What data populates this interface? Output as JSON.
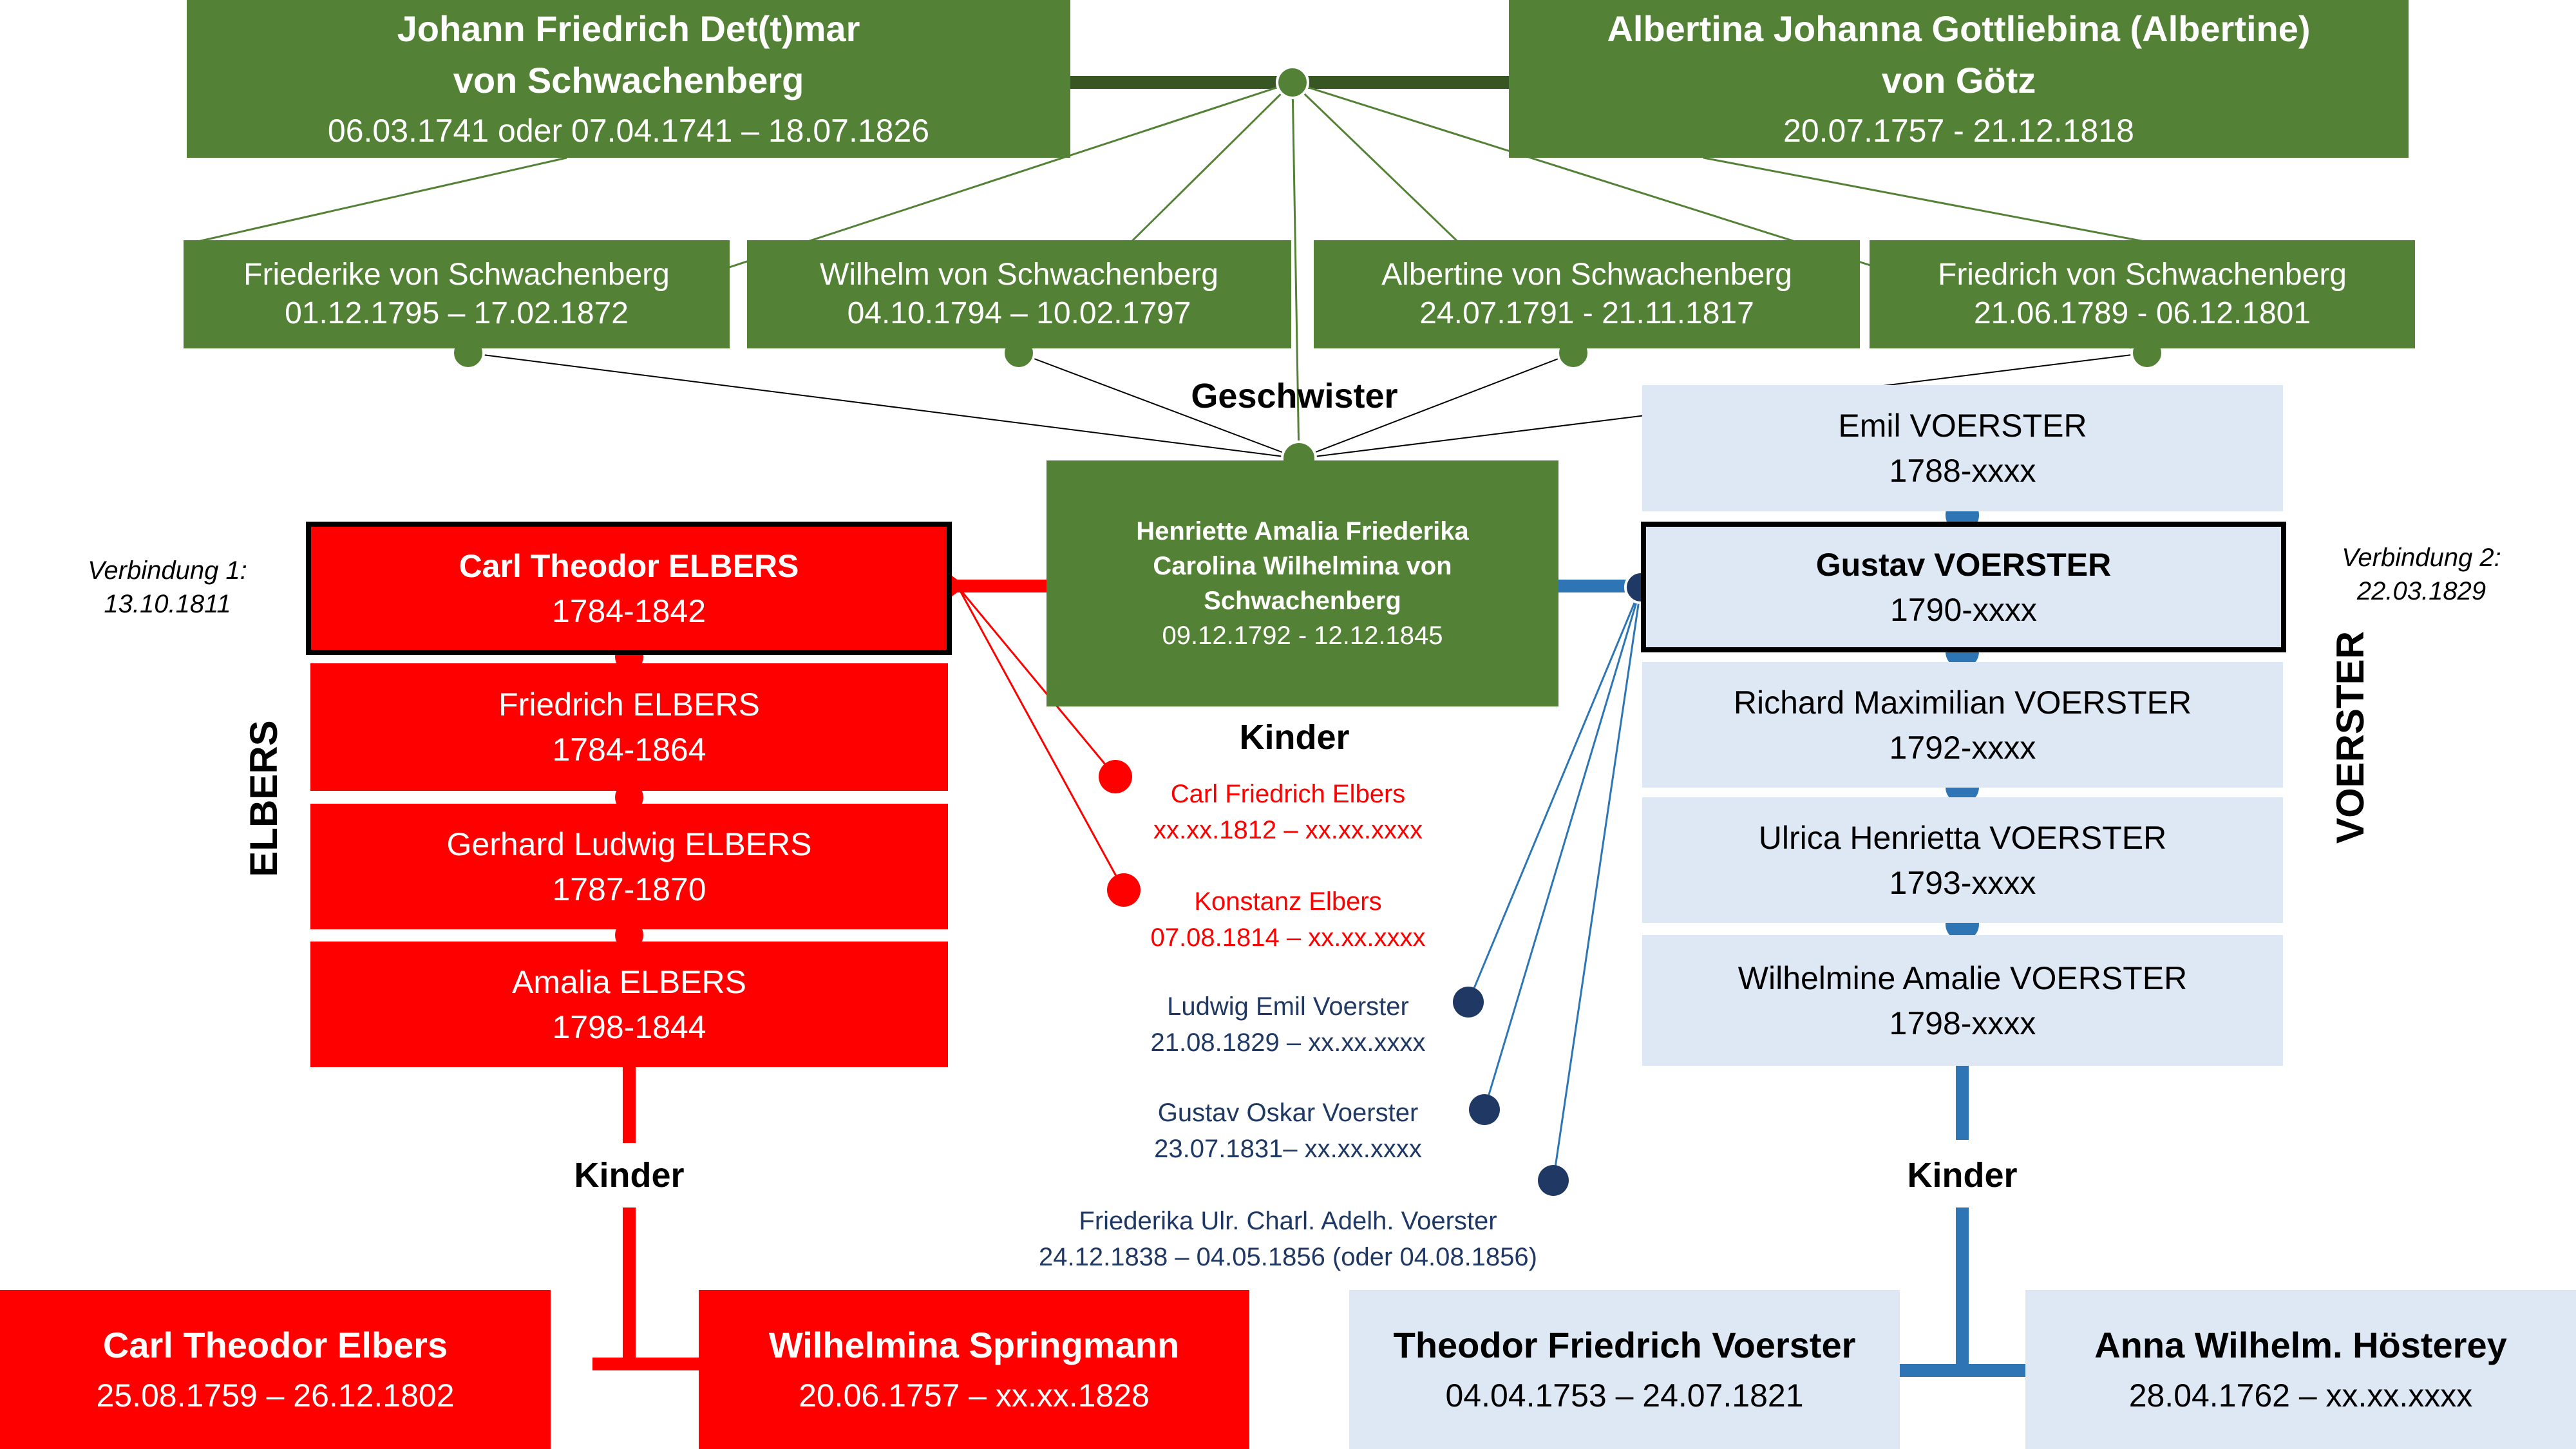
{
  "colors": {
    "green": "#538135",
    "red": "#ff0000",
    "light_blue": "#dde8f4",
    "mid_blue": "#2e75b6",
    "dark_blue": "#1f3864"
  },
  "parents": {
    "father": {
      "name_line1": "Johann Friedrich Det(t)mar",
      "name_line2": "von Schwachenberg",
      "dates": "06.03.1741 oder 07.04.1741 – 18.07.1826"
    },
    "mother": {
      "name_line1": "Albertina Johanna Gottliebina (Albertine)",
      "name_line2": "von Götz",
      "dates": "20.07.1757 - 21.12.1818"
    }
  },
  "siblings": [
    {
      "name": "Friederike von Schwachenberg",
      "dates": "01.12.1795 – 17.02.1872"
    },
    {
      "name": "Wilhelm von Schwachenberg",
      "dates": "04.10.1794 – 10.02.1797"
    },
    {
      "name": "Albertine von Schwachenberg",
      "dates": "24.07.1791 - 21.11.1817"
    },
    {
      "name": "Friedrich von Schwachenberg",
      "dates": "21.06.1789 - 06.12.1801"
    }
  ],
  "labels": {
    "geschwister": "Geschwister",
    "kinder_center": "Kinder",
    "kinder_left": "Kinder",
    "kinder_right": "Kinder",
    "elbers_vertical": "ELBERS",
    "voerster_vertical": "VOERSTER"
  },
  "center": {
    "line1": "Henriette Amalia Friederika",
    "line2": "Carolina Wilhelmina von",
    "line3": "Schwachenberg",
    "dates": "09.12.1792 - 12.12.1845"
  },
  "connections": {
    "first": {
      "label": "Verbindung 1:",
      "date": "13.10.1811"
    },
    "second": {
      "label": "Verbindung 2:",
      "date": "22.03.1829"
    }
  },
  "elbers_family": [
    {
      "name": "Carl Theodor ELBERS",
      "years": "1784-1842"
    },
    {
      "name": "Friedrich ELBERS",
      "years": "1784-1864"
    },
    {
      "name": "Gerhard Ludwig ELBERS",
      "years": "1787-1870"
    },
    {
      "name": "Amalia ELBERS",
      "years": "1798-1844"
    }
  ],
  "voerster_family": [
    {
      "name": "Emil VOERSTER",
      "years": "1788-xxxx"
    },
    {
      "name": "Gustav VOERSTER",
      "years": "1790-xxxx"
    },
    {
      "name": "Richard Maximilian VOERSTER",
      "years": "1792-xxxx"
    },
    {
      "name": "Ulrica Henrietta VOERSTER",
      "years": "1793-xxxx"
    },
    {
      "name": "Wilhelmine Amalie VOERSTER",
      "years": "1798-xxxx"
    }
  ],
  "children_elbers": [
    {
      "name": "Carl Friedrich Elbers",
      "dates": "xx.xx.1812 – xx.xx.xxxx"
    },
    {
      "name": "Konstanz Elbers",
      "dates": "07.08.1814 – xx.xx.xxxx"
    }
  ],
  "children_voerster": [
    {
      "name": "Ludwig Emil Voerster",
      "dates": "21.08.1829 – xx.xx.xxxx"
    },
    {
      "name": "Gustav Oskar Voerster",
      "dates": "23.07.1831– xx.xx.xxxx"
    },
    {
      "name": "Friederika Ulr. Charl. Adelh. Voerster",
      "dates": "24.12.1838 – 04.05.1856 (oder 04.08.1856)"
    }
  ],
  "elbers_parents": [
    {
      "name": "Carl Theodor Elbers",
      "dates": "25.08.1759 – 26.12.1802"
    },
    {
      "name": "Wilhelmina Springmann",
      "dates": "20.06.1757 – xx.xx.1828"
    }
  ],
  "voerster_parents": [
    {
      "name": "Theodor Friedrich Voerster",
      "dates": "04.04.1753 – 24.07.1821"
    },
    {
      "name": "Anna Wilhelm. Hösterey",
      "dates": "28.04.1762 – xx.xx.xxxx"
    }
  ]
}
